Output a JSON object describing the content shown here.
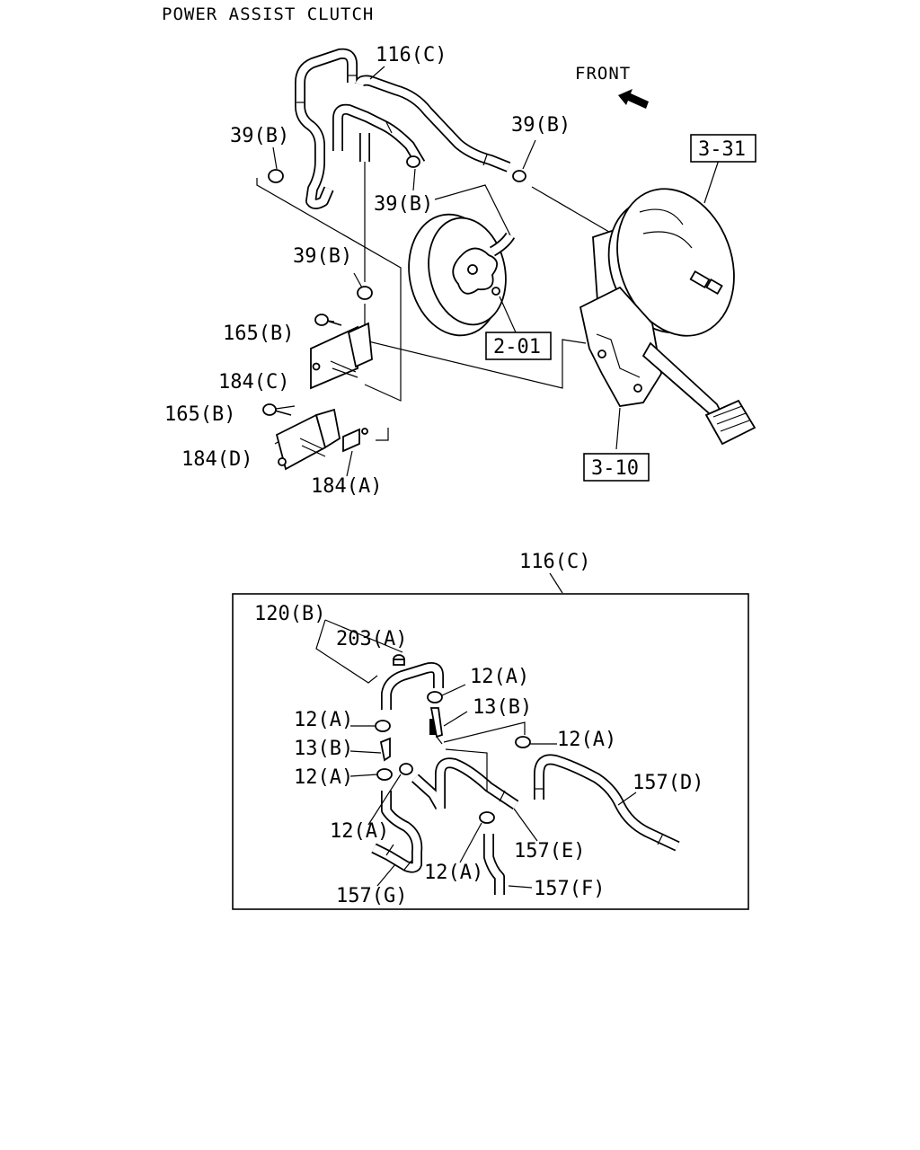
{
  "title": "POWER ASSIST CLUTCH",
  "front_label": "FRONT",
  "labels": {
    "hose_top": "116(C)",
    "clamp_left": "39(B)",
    "clamp_right": "39(B)",
    "clamp_mid": "39(B)",
    "clamp_lower": "39(B)",
    "bolt_upper": "165(B)",
    "bracket_c": "184(C)",
    "bolt_lower": "165(B)",
    "bracket_d": "184(D)",
    "bracket_a": "184(A)",
    "ref_booster": "3-31",
    "ref_master": "2-01",
    "ref_pedal": "3-10"
  },
  "detail": {
    "header": "116(C)",
    "pipe": "120(B)",
    "plug": "203(A)",
    "clamp_1": "12(A)",
    "joint_1": "13(B)",
    "clamp_2": "12(A)",
    "clamp_3": "12(A)",
    "joint_2": "13(B)",
    "clamp_4": "12(A)",
    "hose_d": "157(D)",
    "clamp_5": "12(A)",
    "hose_e": "157(E)",
    "clamp_6": "12(A)",
    "hose_f": "157(F)",
    "hose_g": "157(G)"
  }
}
